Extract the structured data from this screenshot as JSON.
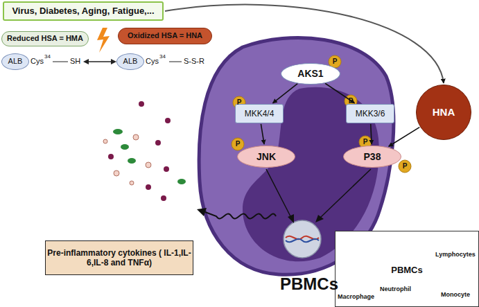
{
  "diagram": {
    "nodes": [
      {
        "text": [
          "Virus, Diabetes, Aging, Fatigue,..."
        ]
      },
      {
        "text": [
          "Reduced HSA = HMA"
        ]
      },
      {
        "text": [
          "Oxidized HSA = HNA"
        ]
      },
      {
        "text": [
          "ALB"
        ]
      },
      {
        "text": [
          "ALB"
        ]
      },
      {
        "text": [
          "AKS1"
        ]
      },
      {
        "text": [
          "MKK4/4"
        ]
      },
      {
        "text": [
          "MKK3/6"
        ]
      },
      {
        "text": [
          "HNA"
        ]
      },
      {
        "text": [
          "JNK"
        ]
      },
      {
        "text": [
          "P38"
        ]
      },
      {
        "text": [
          "Pre-inflammatory cytokines ( IL-1,IL-6,IL-8 and TNFα)"
        ]
      },
      {
        "text": [
          "PBMCs"
        ]
      }
    ],
    "edges": [
      {
        "from": 0,
        "to": 8,
        "arrow": "to"
      },
      {
        "from": 5,
        "to": 6,
        "arrow": "to"
      },
      {
        "from": 5,
        "to": 7,
        "arrow": "to"
      },
      {
        "from": 6,
        "to": 9,
        "arrow": "to"
      },
      {
        "from": 7,
        "to": 10,
        "arrow": "to"
      },
      {
        "from": 8,
        "to": 10,
        "arrow": "to"
      }
    ],
    "labels": [
      "Cys",
      "34",
      "SH",
      "Cys",
      "34",
      "S-S-R",
      "P",
      "P",
      "P",
      "P",
      "P",
      "P",
      "PBMCs",
      "Lymphocytes",
      "Macrophage",
      "Neutrophil",
      "Monocyte"
    ]
  }
}
